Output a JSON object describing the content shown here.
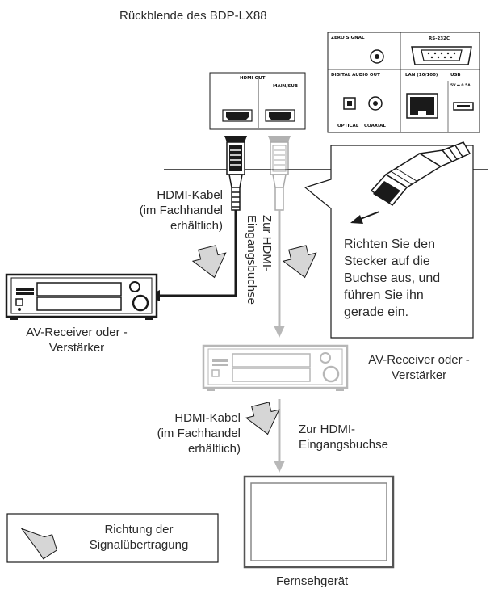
{
  "title": "Rückblende des BDP-LX88",
  "panel": {
    "zero_signal": "ZERO SIGNAL",
    "rs232c": "RS-232C",
    "digital_audio_out": "DIGITAL AUDIO OUT",
    "optical": "OPTICAL",
    "coaxial": "COAXIAL",
    "lan": "LAN (10/100)",
    "usb": "USB",
    "usb_rating": "5V ⎓ 0.5A",
    "hdmi_out": "HDMI OUT",
    "main_sub": "MAIN/SUB"
  },
  "labels": {
    "cable1_line1": "HDMI-Kabel",
    "cable1_line2": "(im Fachhandel",
    "cable1_line3": "erhältlich)",
    "zur_vertical_line1": "Zur HDMI-",
    "zur_vertical_line2": "Eingangsbuchse",
    "tip_line1": "Richten Sie den",
    "tip_line2": "Stecker auf die",
    "tip_line3": "Buchse aus, und",
    "tip_line4": "führen Sie ihn",
    "tip_line5": "gerade ein.",
    "av1_line1": "AV-Receiver oder -",
    "av1_line2": "Verstärker",
    "av2_line1": "AV-Receiver oder -",
    "av2_line2": "Verstärker",
    "cable2_line1": "HDMI-Kabel",
    "cable2_line2": "(im Fachhandel",
    "cable2_line3": "erhältlich)",
    "zur2_line1": "Zur HDMI-",
    "zur2_line2": "Eingangsbuchse",
    "legend_line1": "Richtung der",
    "legend_line2": "Signalübertragung",
    "tv": "Fernsehgerät"
  },
  "colors": {
    "line": "#1a1a1a",
    "faded": "#b8b8b8",
    "signal_arrow_fill": "#d6d6d6"
  }
}
